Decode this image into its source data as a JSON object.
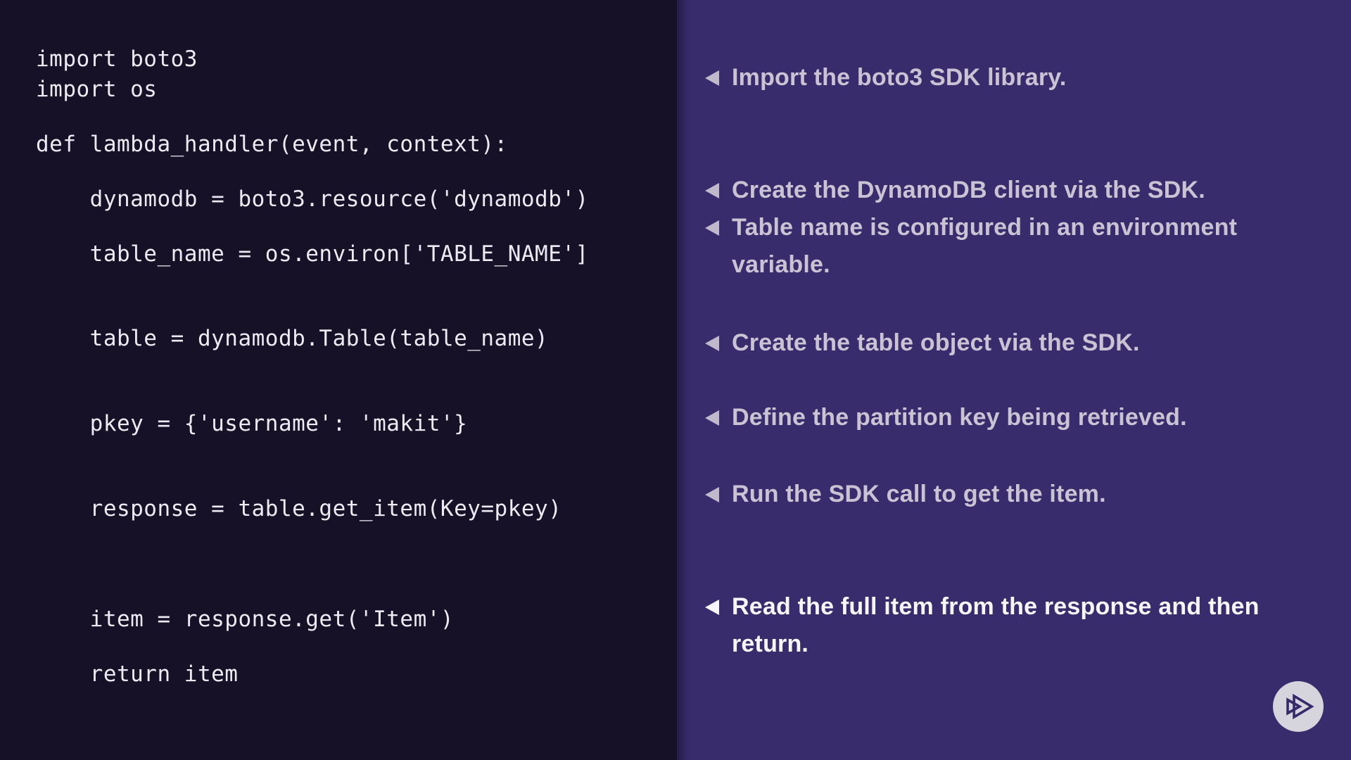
{
  "slide": {
    "code": {
      "language": "python",
      "lines": [
        "import boto3",
        "import os",
        "def lambda_handler(event, context):",
        "    dynamodb = boto3.resource('dynamodb')",
        "    table_name = os.environ['TABLE_NAME']",
        "    table = dynamodb.Table(table_name)",
        "    pkey = {'username': 'makit'}",
        "    response = table.get_item(Key=pkey)",
        "    item = response.get('Item')",
        "    return item"
      ]
    },
    "notes": {
      "items": [
        {
          "text": "Import the boto3 SDK library.",
          "highlighted": false
        },
        {
          "text": "Create the DynamoDB client via the SDK.",
          "highlighted": false
        },
        {
          "text": "Table name is configured in an environment variable.",
          "highlighted": false
        },
        {
          "text": "Create the table object via the SDK.",
          "highlighted": false
        },
        {
          "text": "Define the partition key being retrieved.",
          "highlighted": false
        },
        {
          "text": "Run the SDK call to get the item.",
          "highlighted": false
        },
        {
          "text": "Read the full item from the response and then return.",
          "highlighted": true
        }
      ]
    },
    "icons": {
      "bullet": "left-triangle-icon",
      "logo": "pluralsight-play-logo"
    },
    "colors": {
      "code_background": "#161126",
      "notes_background": "#382c6c",
      "code_text": "#eceaf2",
      "note_text": "#c9c3d3",
      "note_text_highlighted": "#f8f6fc",
      "logo_circle": "#d6d4dc",
      "logo_glyph": "#35296a"
    }
  }
}
